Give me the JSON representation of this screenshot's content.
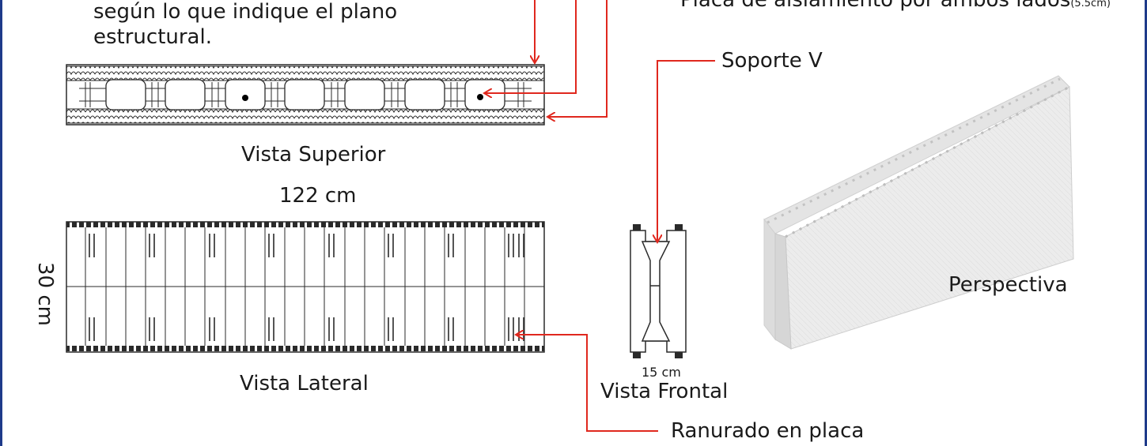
{
  "colors": {
    "frame": "#1e3a8a",
    "arrow": "#e0281e",
    "stroke": "#2a2a2a",
    "foam": "#eeeeee"
  },
  "texts": {
    "top_note_line1": "según lo que indique el plano",
    "top_note_line2": "estructural.",
    "top_right_label_main": "Placa de aislamiento por ambos lados",
    "top_right_label_sub": "(5.5cm)",
    "soporte_v": "Soporte V",
    "vista_superior": "Vista Superior",
    "length_dim": "122 cm",
    "height_dim": "30 cm",
    "vista_lateral": "Vista Lateral",
    "width_dim": "15 cm",
    "vista_frontal": "Vista Frontal",
    "perspectiva": "Perspectiva",
    "ranurado": "Ranurado en placa"
  }
}
